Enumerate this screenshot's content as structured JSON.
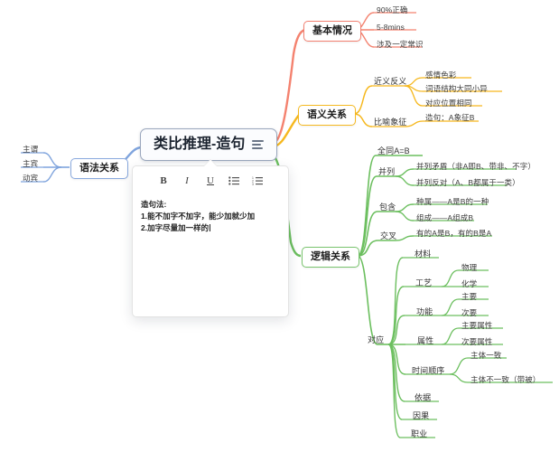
{
  "root": {
    "label": "类比推理-造句",
    "menu_icon": "hamburger-icon"
  },
  "note": {
    "toolbar": {
      "bold": "B",
      "italic": "I",
      "underline": "U",
      "bullet_list": "bullet-list-icon",
      "numbered_list": "numbered-list-icon"
    },
    "lines": [
      "造句法:",
      "1.能不加字不加字，能少加就少加",
      "2.加字尽量加一样的"
    ]
  },
  "colors": {
    "red": "#f4826f",
    "orange": "#f6b81e",
    "blue": "#7fa4dd",
    "green": "#6cbf5f",
    "root_border": "#9aa7bd"
  },
  "branches": {
    "grammar": {
      "label": "语法关系",
      "color": "#7fa4dd",
      "children": [
        "主谓",
        "主宾",
        "动宾"
      ]
    },
    "basic": {
      "label": "基本情况",
      "color": "#f4826f",
      "children": [
        "90%正确",
        "5-8mins",
        "涉及一定常识"
      ]
    },
    "semantic": {
      "label": "语义关系",
      "color": "#f6b81e",
      "children": [
        {
          "label": "近义反义",
          "children": [
            "感情色彩",
            "词语结构大同小异",
            "对应位置相同"
          ]
        },
        {
          "label": "比喻象征",
          "children": [
            "造句：A象征B"
          ]
        }
      ]
    },
    "logic": {
      "label": "逻辑关系",
      "color": "#6cbf5f",
      "children": [
        {
          "label": "全同A=B",
          "children": []
        },
        {
          "label": "并列",
          "children": [
            "并列矛盾（非A即B、带非、不字）",
            "并列反对（A、B都属于一类）"
          ]
        },
        {
          "label": "包含",
          "children": [
            "种属——A是B的一种",
            "组成——A组成B"
          ]
        },
        {
          "label": "交叉",
          "children": [
            "有的A是B，有的B是A"
          ]
        },
        {
          "label": "对应",
          "children": [
            {
              "label": "材料",
              "children": []
            },
            {
              "label": "工艺",
              "children": [
                "物理",
                "化学"
              ]
            },
            {
              "label": "功能",
              "children": [
                "主要",
                "次要"
              ]
            },
            {
              "label": "属性",
              "children": [
                "主要属性",
                "次要属性"
              ]
            },
            {
              "label": "时间顺序",
              "children": [
                "主体一致",
                "主体不一致（带被）"
              ]
            },
            {
              "label": "依据",
              "children": []
            },
            {
              "label": "因果",
              "children": []
            },
            {
              "label": "职业",
              "children": []
            }
          ]
        }
      ]
    }
  }
}
